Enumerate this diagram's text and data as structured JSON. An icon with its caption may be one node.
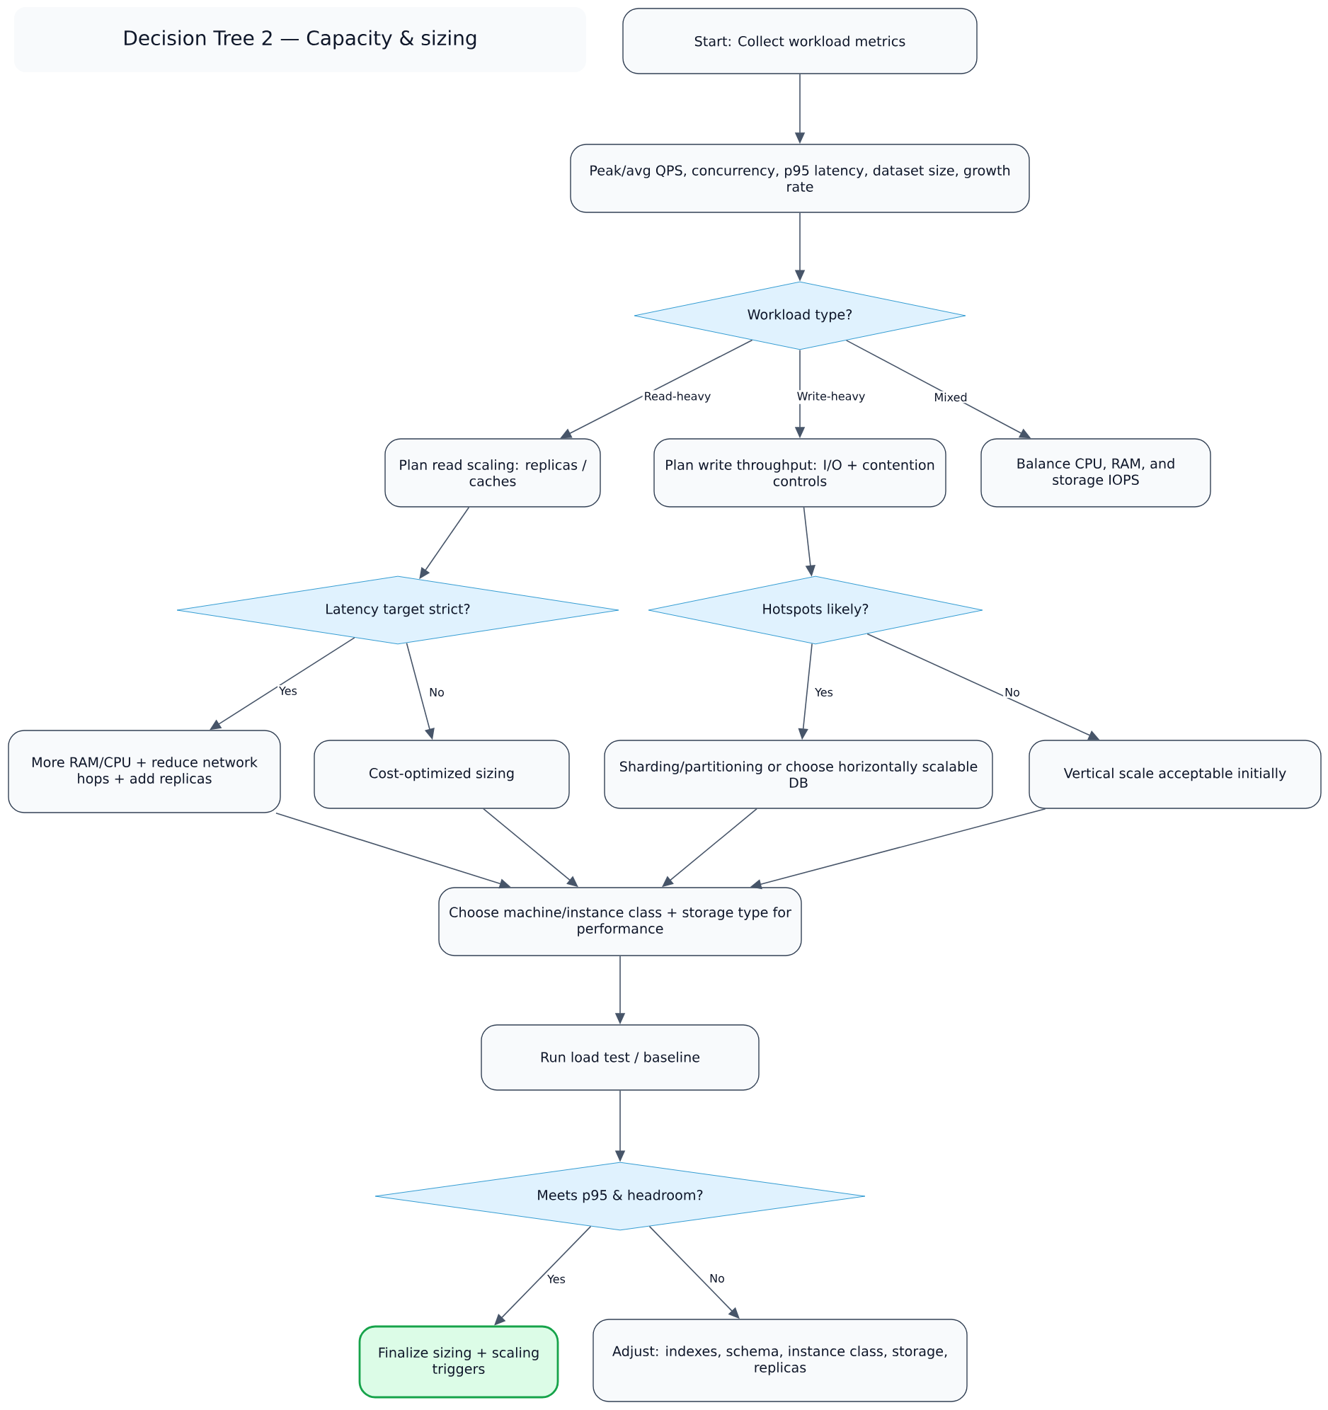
{
  "diagram": {
    "title": "Decision Tree 2 — Capacity & sizing",
    "nodes": [
      {
        "text": [
          "Start: Collect workload metrics"
        ]
      },
      {
        "text": [
          "Peak/avg QPS, concurrency, p95 latency, dataset size, growth rate"
        ]
      },
      {
        "text": [
          "Workload type?"
        ]
      },
      {
        "text": [
          "Plan read scaling: replicas / caches"
        ]
      },
      {
        "text": [
          "Plan write throughput: I/O + contention controls"
        ]
      },
      {
        "text": [
          "Balance CPU, RAM, and storage IOPS"
        ]
      },
      {
        "text": [
          "Latency target strict?"
        ]
      },
      {
        "text": [
          "Hotspots likely?"
        ]
      },
      {
        "text": [
          "More RAM/CPU + reduce network hops + add replicas"
        ]
      },
      {
        "text": [
          "Cost-optimized sizing"
        ]
      },
      {
        "text": [
          "Sharding/partitioning or choose horizontally scalable DB"
        ]
      },
      {
        "text": [
          "Vertical scale acceptable initially"
        ]
      },
      {
        "text": [
          "Choose machine/instance class + storage type for performance"
        ]
      },
      {
        "text": [
          "Run load test / baseline"
        ]
      },
      {
        "text": [
          "Meets p95 & headroom?"
        ]
      },
      {
        "text": [
          "Finalize sizing + scaling triggers"
        ]
      },
      {
        "text": [
          "Adjust: indexes, schema, instance class, storage, replicas"
        ]
      }
    ],
    "edges": [
      {
        "from": 0,
        "to": 1,
        "arrow": "to"
      },
      {
        "from": 1,
        "to": 2,
        "arrow": "to"
      },
      {
        "from": 2,
        "to": 3,
        "arrow": "to",
        "label": "Read-heavy"
      },
      {
        "from": 2,
        "to": 4,
        "arrow": "to",
        "label": "Write-heavy"
      },
      {
        "from": 2,
        "to": 5,
        "arrow": "to",
        "label": "Mixed"
      },
      {
        "from": 3,
        "to": 6,
        "arrow": "to"
      },
      {
        "from": 4,
        "to": 7,
        "arrow": "to"
      },
      {
        "from": 6,
        "to": 8,
        "arrow": "to",
        "label": "Yes"
      },
      {
        "from": 6,
        "to": 9,
        "arrow": "to",
        "label": "No"
      },
      {
        "from": 7,
        "to": 10,
        "arrow": "to",
        "label": "Yes"
      },
      {
        "from": 7,
        "to": 11,
        "arrow": "to",
        "label": "No"
      },
      {
        "from": 8,
        "to": 12,
        "arrow": "to"
      },
      {
        "from": 9,
        "to": 12,
        "arrow": "to"
      },
      {
        "from": 10,
        "to": 12,
        "arrow": "to"
      },
      {
        "from": 11,
        "to": 12,
        "arrow": "to"
      },
      {
        "from": 12,
        "to": 13,
        "arrow": "to"
      },
      {
        "from": 13,
        "to": 14,
        "arrow": "to"
      },
      {
        "from": 14,
        "to": 15,
        "arrow": "to",
        "label": "Yes"
      },
      {
        "from": 14,
        "to": 16,
        "arrow": "to",
        "label": "No"
      }
    ]
  }
}
